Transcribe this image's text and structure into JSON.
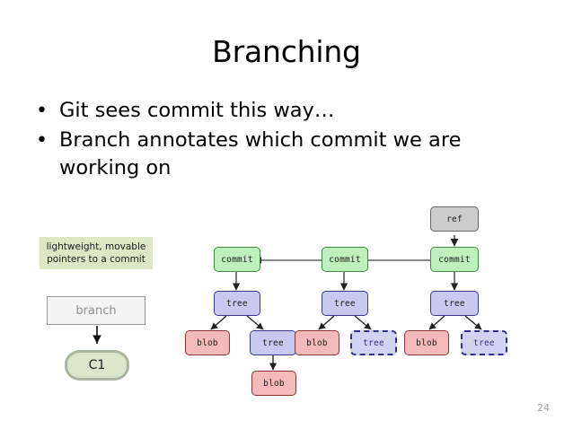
{
  "slide": {
    "title": "Branching",
    "page_number": "24",
    "bullets": [
      "Git sees commit this way…",
      "Branch annotates which commit we are working on"
    ],
    "bullet_marker": "•"
  },
  "left_diagram": {
    "note_line1": "lightweight, movable",
    "note_line2": "pointers to a commit",
    "note_color": "#dde7c6",
    "branch_label": "branch",
    "branch_box_color": "#f4f4f4",
    "commit_label": "C1",
    "commit_color": "#d9e8cb"
  },
  "git_graph": {
    "colors": {
      "ref": "#cccccc",
      "commit": "#bdf0bd",
      "tree": "#c8c8f0",
      "tree_dashed": "#d2d2f2",
      "blob": "#f4b9b9"
    },
    "nodes": [
      {
        "id": "ref",
        "label": "ref",
        "type": "ref"
      },
      {
        "id": "commit1",
        "label": "commit",
        "type": "commit"
      },
      {
        "id": "commit2",
        "label": "commit",
        "type": "commit"
      },
      {
        "id": "commit3",
        "label": "commit",
        "type": "commit"
      },
      {
        "id": "tree1",
        "label": "tree",
        "type": "tree"
      },
      {
        "id": "tree2",
        "label": "tree",
        "type": "tree"
      },
      {
        "id": "tree3",
        "label": "tree",
        "type": "tree"
      },
      {
        "id": "blob1",
        "label": "blob",
        "type": "blob"
      },
      {
        "id": "subtree1",
        "label": "tree",
        "type": "tree"
      },
      {
        "id": "blob1b",
        "label": "blob",
        "type": "blob"
      },
      {
        "id": "blob2",
        "label": "blob",
        "type": "blob"
      },
      {
        "id": "subtree2",
        "label": "tree",
        "type": "tree-dashed"
      },
      {
        "id": "blob3",
        "label": "blob",
        "type": "blob"
      },
      {
        "id": "subtree3",
        "label": "tree",
        "type": "tree-dashed"
      }
    ]
  }
}
